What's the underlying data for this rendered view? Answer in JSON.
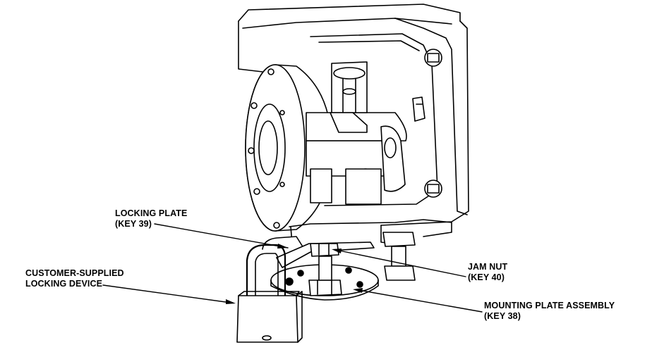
{
  "callouts": [
    {
      "id": "locking-plate",
      "line1": "LOCKING PLATE",
      "line2": "(KEY 39)"
    },
    {
      "id": "locking-device",
      "line1": "CUSTOMER-SUPPLIED",
      "line2": "LOCKING DEVICE"
    },
    {
      "id": "jam-nut",
      "line1": "JAM NUT",
      "line2": "(KEY 40)"
    },
    {
      "id": "mounting-plate",
      "line1": "MOUNTING PLATE ASSEMBLY",
      "line2": "(KEY 38)"
    }
  ],
  "colors": {
    "line": "#000000",
    "fill": "#ffffff",
    "shade": "#d9d9d9"
  }
}
